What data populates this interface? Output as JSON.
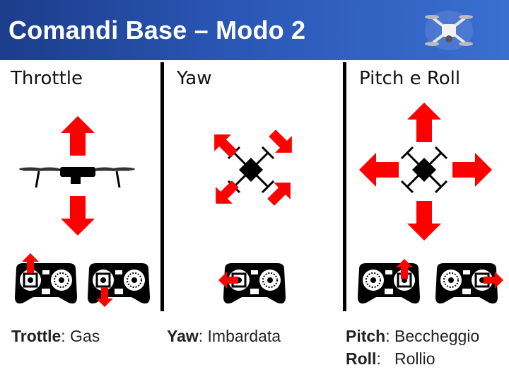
{
  "header": {
    "title": "Comandi Base – Modo 2",
    "background_color": "#2a56b5",
    "logo_icon": "drone-icon"
  },
  "panels": [
    {
      "title": "Throttle",
      "caption_term": "Trottle",
      "caption_sep": ":",
      "caption_desc": " Gas"
    },
    {
      "title": "Yaw",
      "caption_term": "Yaw",
      "caption_sep": ":",
      "caption_desc": " Imbardata"
    },
    {
      "title": "Pitch e Roll",
      "caption_lines": [
        {
          "term": "Pitch",
          "sep": ":",
          "desc": " Beccheggio"
        },
        {
          "term": "Roll",
          "sep": ":",
          "desc": "   Rollio"
        }
      ]
    }
  ],
  "colors": {
    "arrow": "#ff0000",
    "controller": "#000000",
    "divider": "#000000"
  }
}
